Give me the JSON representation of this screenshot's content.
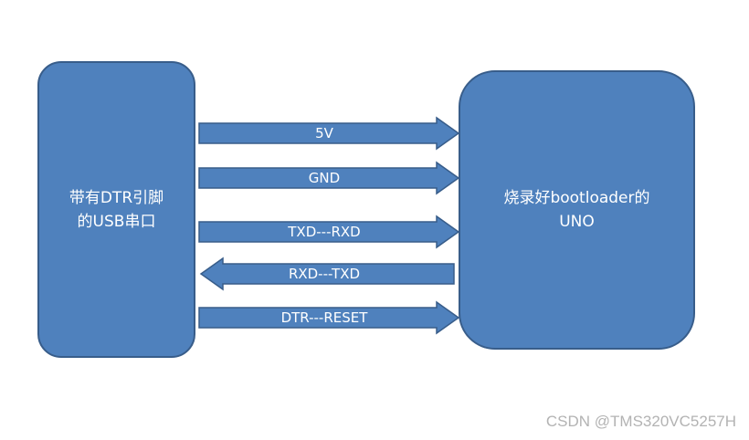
{
  "left_box": {
    "line1": "带有DTR引脚",
    "line2": "的USB串口"
  },
  "right_box": {
    "line1": "烧录好bootloader的",
    "line2": "UNO"
  },
  "arrows": [
    {
      "label": "5V",
      "direction": "right"
    },
    {
      "label": "GND",
      "direction": "right"
    },
    {
      "label": "TXD---RXD",
      "direction": "right"
    },
    {
      "label": "RXD---TXD",
      "direction": "left"
    },
    {
      "label": "DTR---RESET",
      "direction": "right"
    }
  ],
  "watermark": "CSDN @TMS320VC5257H",
  "colors": {
    "fill": "#4f81bd",
    "stroke": "#385d8a",
    "text": "#ffffff"
  }
}
